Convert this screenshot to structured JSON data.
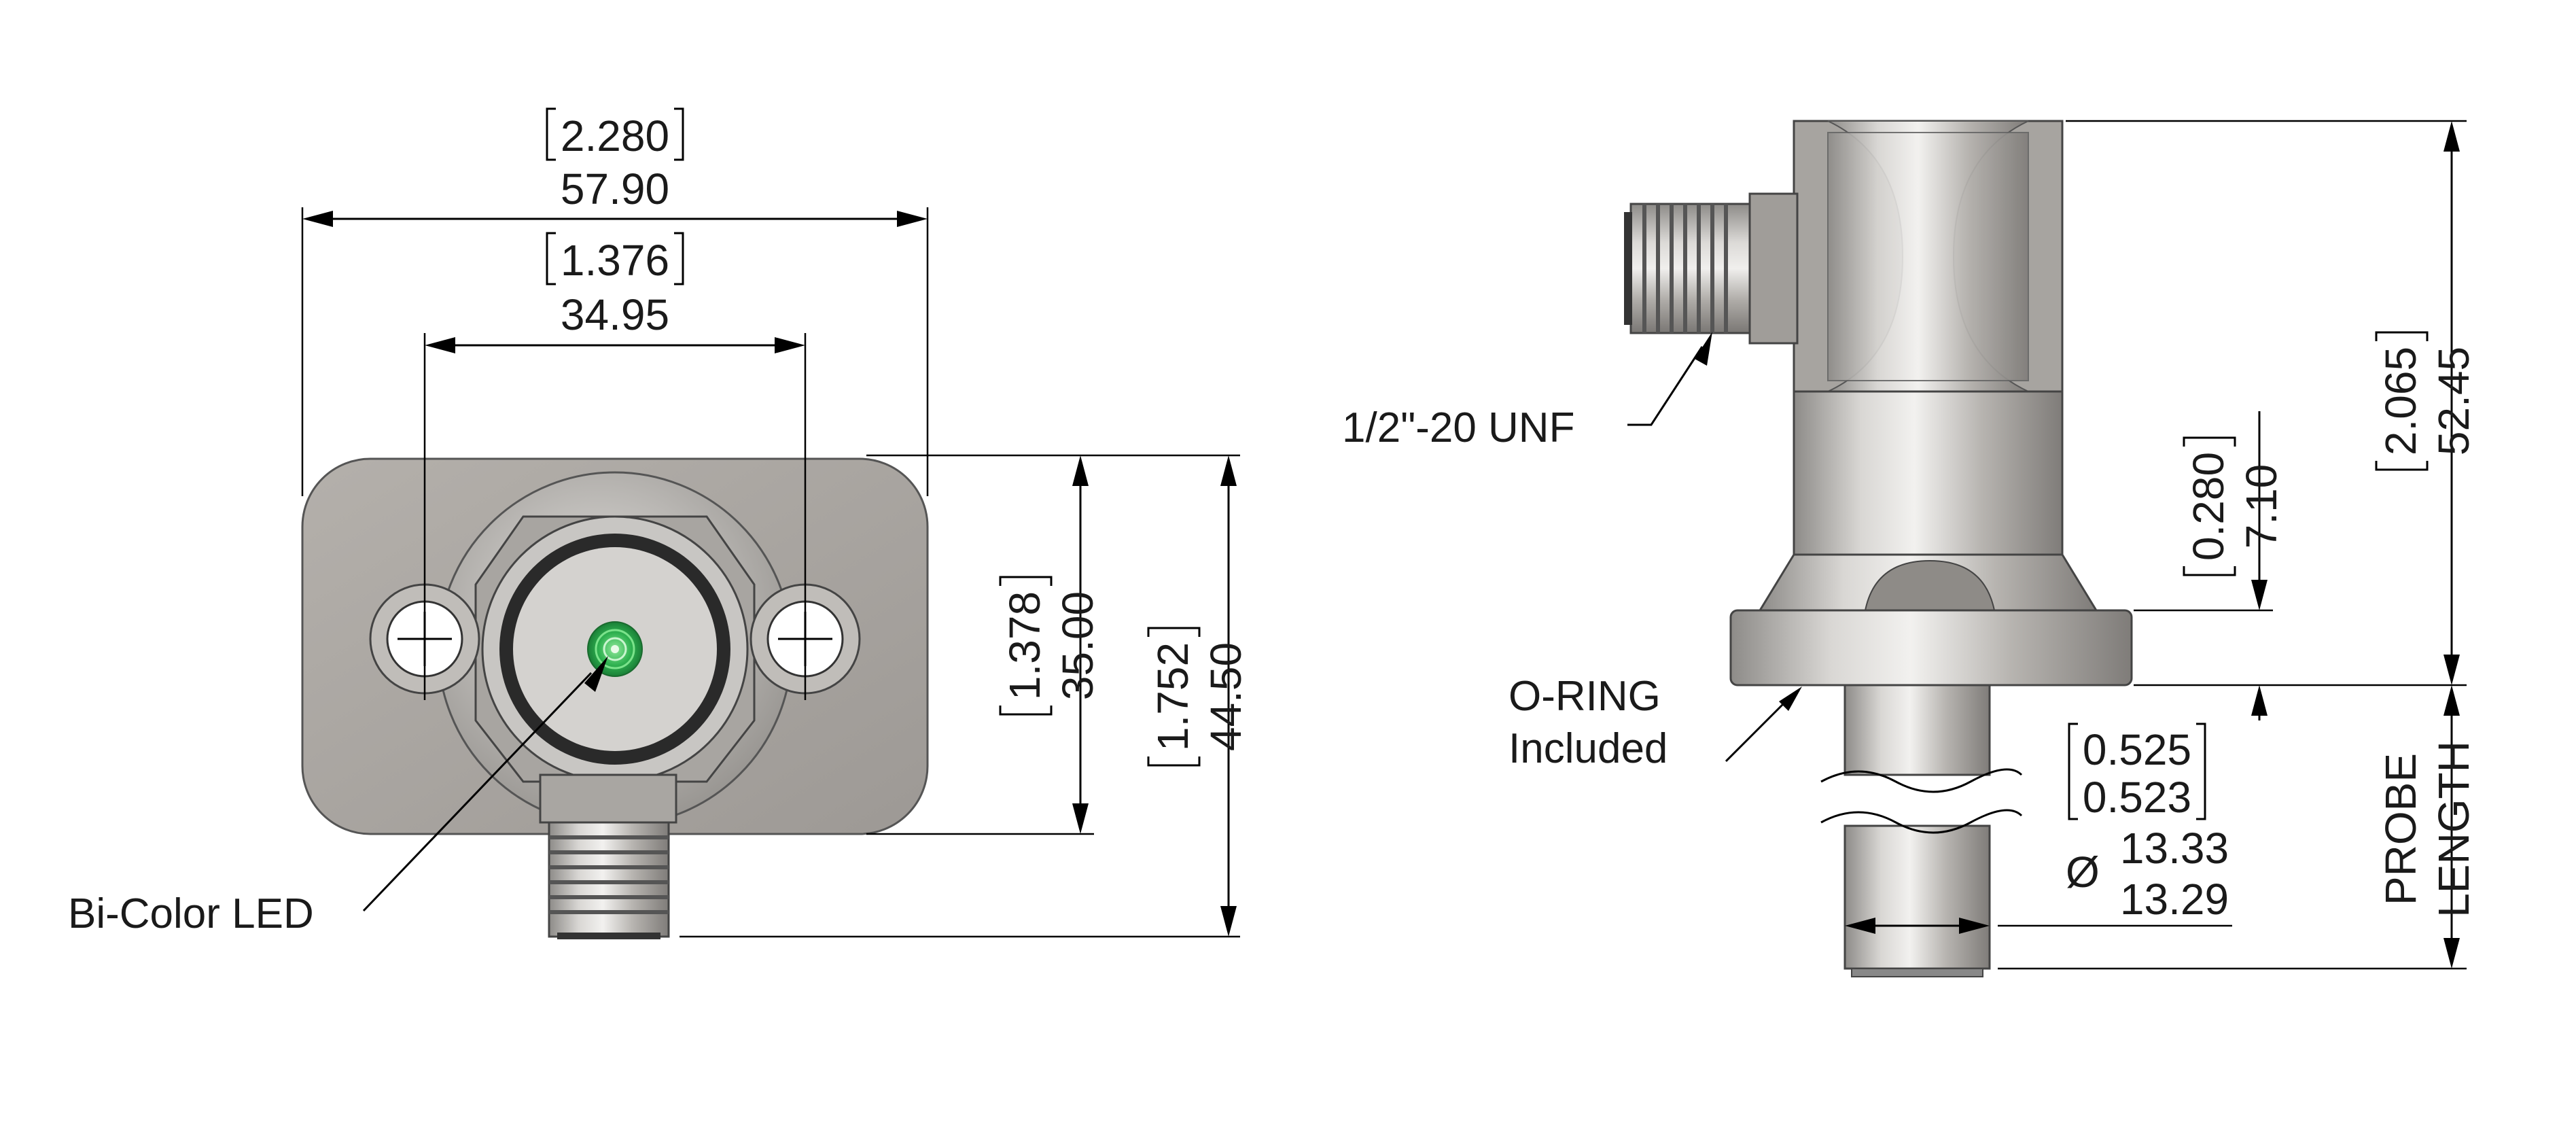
{
  "front_view": {
    "overall_width": {
      "inch": "2.280",
      "mm": "57.90"
    },
    "hole_spacing": {
      "inch": "1.376",
      "mm": "34.95"
    },
    "flange_height": {
      "inch": "1.378",
      "mm": "35.00"
    },
    "overall_height": {
      "inch": "1.752",
      "mm": "44.50"
    },
    "led_callout": "Bi-Color LED"
  },
  "side_view": {
    "thread_callout": "1/2\"-20 UNF",
    "oring_callout_line1": "O-RING",
    "oring_callout_line2": "Included",
    "total_height": {
      "inch": "2.065",
      "mm": "52.45"
    },
    "flange_thickness": {
      "inch": "0.280",
      "mm": "7.10"
    },
    "probe_diameter": {
      "inch_max": "0.525",
      "inch_min": "0.523",
      "symbol": "Ø",
      "mm_max": "13.33",
      "mm_min": "13.29"
    },
    "probe_length_line1": "PROBE",
    "probe_length_line2": "LENGTH"
  }
}
